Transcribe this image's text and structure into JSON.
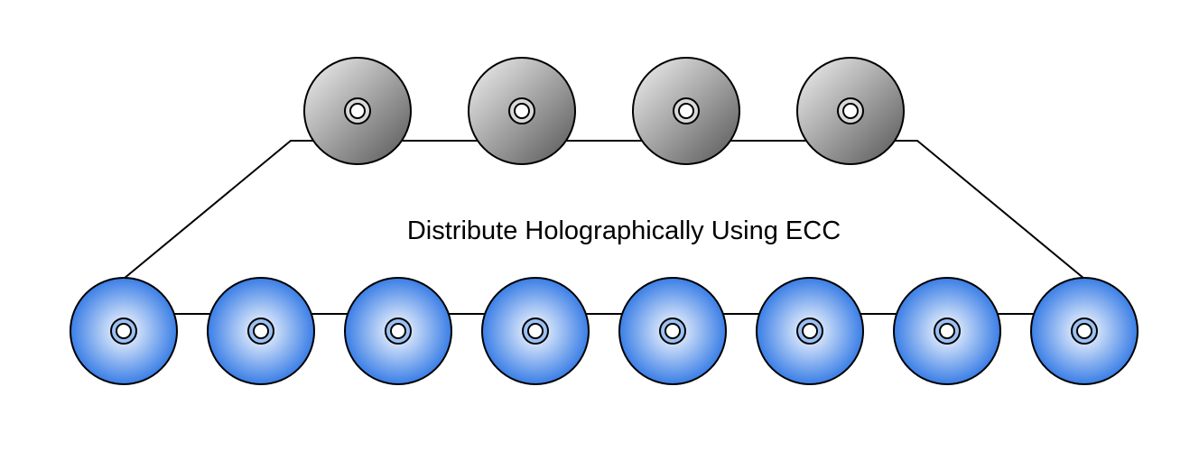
{
  "caption": "Distribute Holographically Using ECC",
  "source_discs": {
    "count": 4,
    "icon": "disc-icon",
    "colors": {
      "light": "#f2f2f2",
      "dark": "#555555"
    }
  },
  "target_discs": {
    "count": 8,
    "icon": "disc-icon",
    "colors": {
      "light": "#ffffff",
      "dark": "#3a7ee6"
    }
  },
  "stroke_color": "#000000"
}
